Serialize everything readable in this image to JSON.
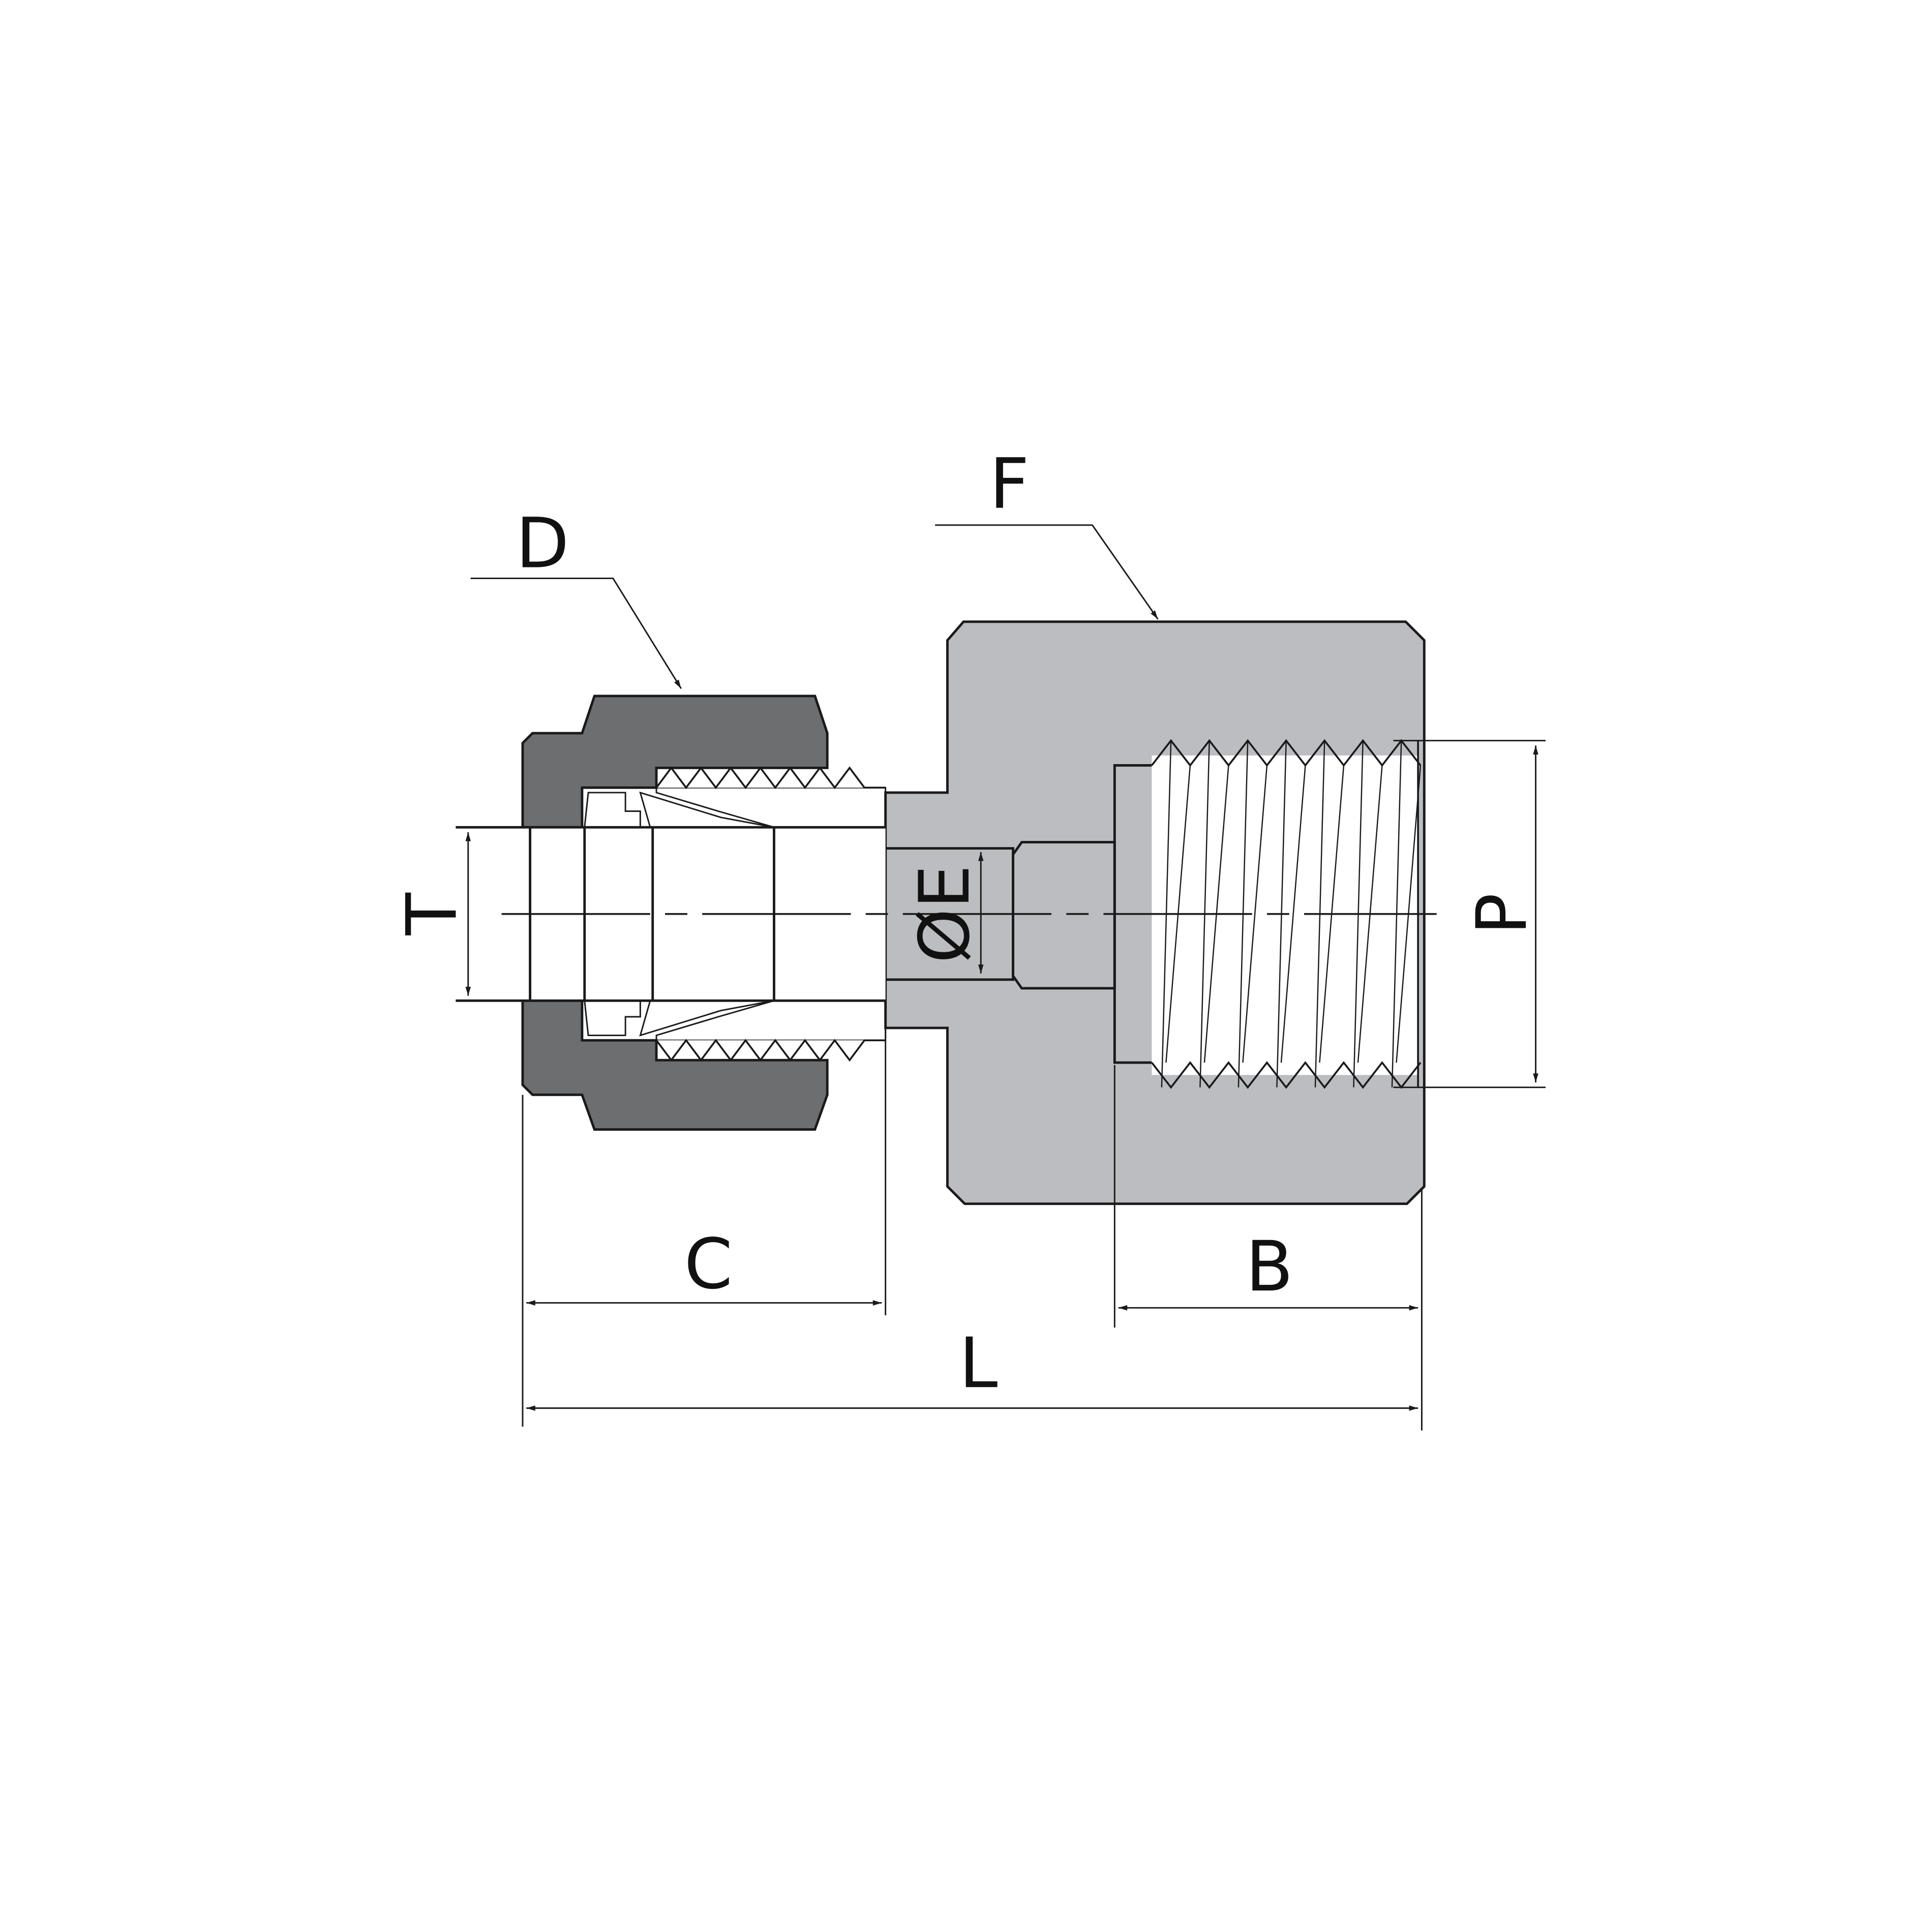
{
  "drawing": {
    "labels": {
      "D": "D",
      "F": "F",
      "T": "T",
      "E": "ØE",
      "P": "P",
      "C": "C",
      "B": "B",
      "L": "L"
    },
    "colors": {
      "nut": "#6d6e70",
      "body": "#bcbdc0",
      "line": "#1a1a1a",
      "background": "#ffffff"
    }
  }
}
